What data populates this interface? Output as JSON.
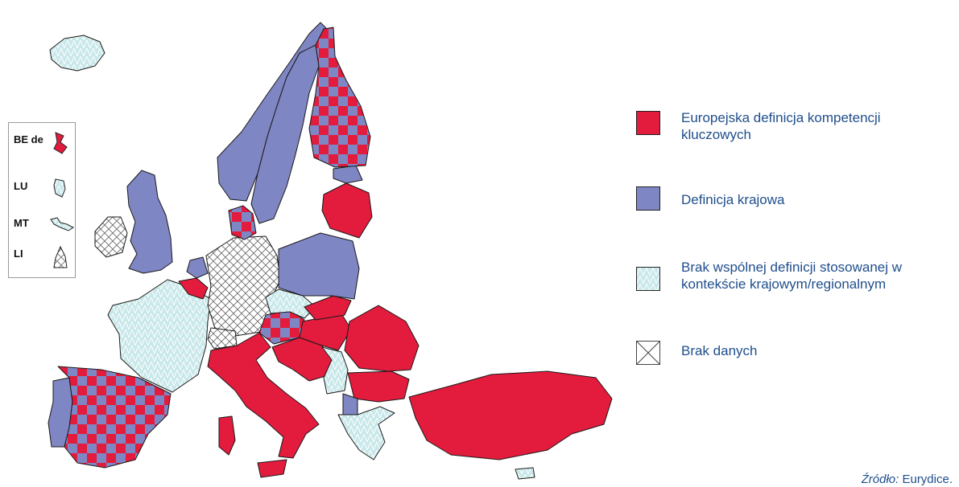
{
  "colors": {
    "european": "#e31b3c",
    "national": "#7f86c4",
    "none_common": "#c9e8ea",
    "no_data": "#ffffff",
    "text": "#1f4e8c"
  },
  "inset": {
    "items": [
      {
        "code": "BE de",
        "category": "european"
      },
      {
        "code": "LU",
        "category": "none_common"
      },
      {
        "code": "MT",
        "category": "none_common"
      },
      {
        "code": "LI",
        "category": "no_data"
      }
    ]
  },
  "legend": {
    "items": [
      {
        "label": "Europejska definicja kompetencji kluczowych",
        "category": "european"
      },
      {
        "label": "Definicja krajowa",
        "category": "national"
      },
      {
        "label": "Brak wspólnej definicji stosowanej w kontekście krajowym/regionalnym",
        "category": "none_common"
      },
      {
        "label": "Brak danych",
        "category": "no_data"
      }
    ]
  },
  "source": {
    "label": "Źródło:",
    "value": "Eurydice."
  }
}
